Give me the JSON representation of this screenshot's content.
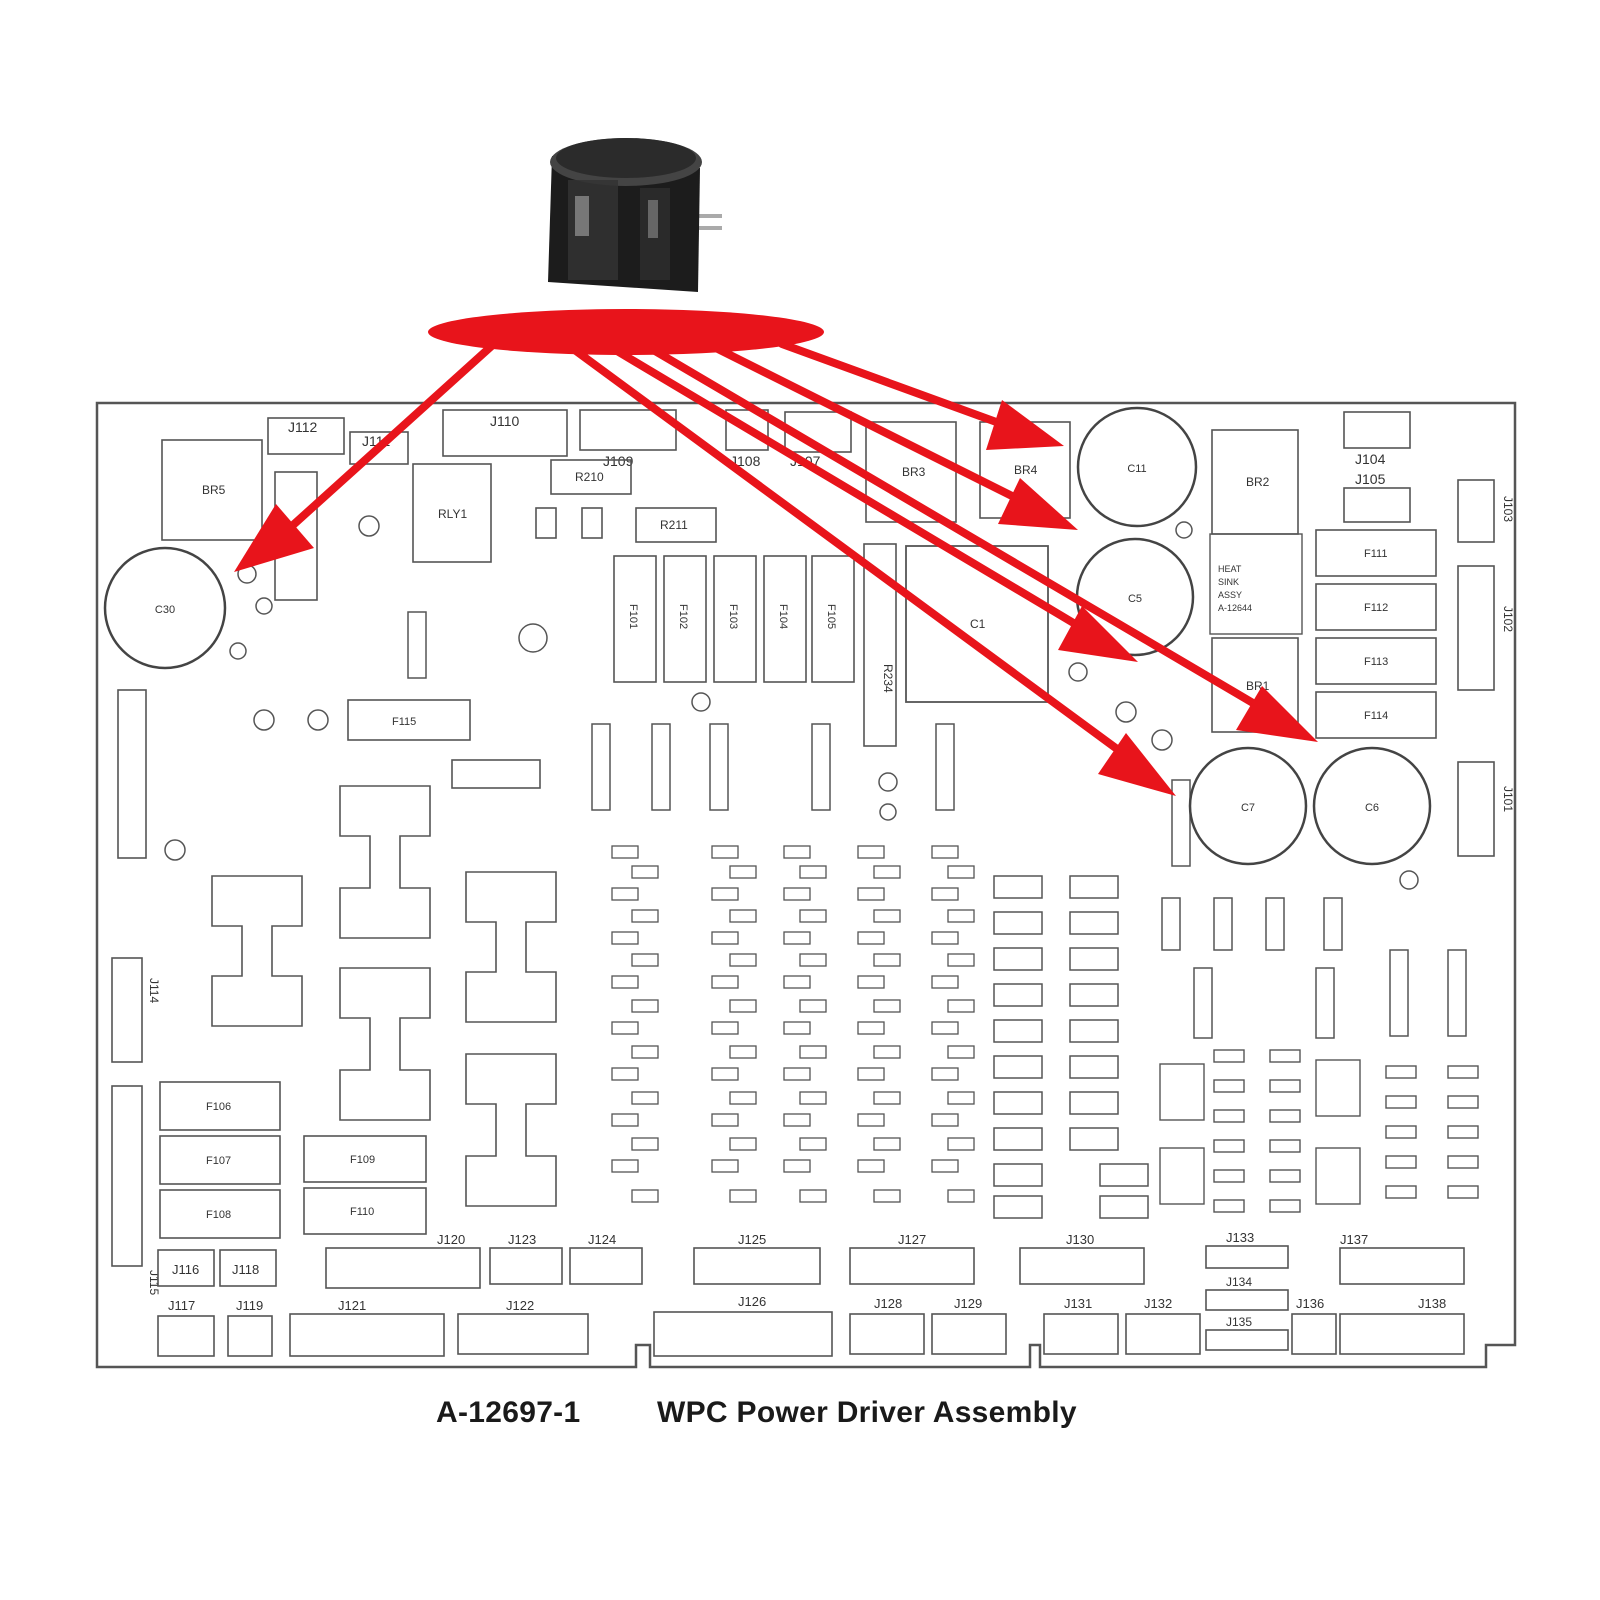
{
  "caption": {
    "part_number": "A-12697-1",
    "title": "WPC Power Driver Assembly"
  },
  "colors": {
    "highlight": "#e8141b",
    "board_line": "#555555",
    "capacitor_body": "#1c1c1c"
  },
  "board": {
    "big_capacitors": [
      "C30",
      "C11",
      "C5",
      "C7",
      "C6"
    ],
    "center_component": "C1",
    "heat_sink_label": [
      "HEAT",
      "SINK",
      "ASSY",
      "A-12644"
    ],
    "bridge_rectifiers": [
      "BR5",
      "BR3",
      "BR4",
      "BR2",
      "BR1"
    ],
    "power_fuses": [
      "F101",
      "F102",
      "F103",
      "F104",
      "F105"
    ],
    "right_fuses": [
      "F111",
      "F112",
      "F113",
      "F114"
    ],
    "left_fuses": [
      "F106",
      "F107",
      "F108",
      "F109",
      "F110",
      "F115"
    ],
    "resistors": [
      "R210",
      "R211",
      "R234"
    ],
    "relay": "RLY1",
    "bottom_row1": [
      "J116",
      "J118",
      "J120",
      "J123",
      "J124",
      "J125",
      "J127",
      "J130",
      "J133",
      "J137"
    ],
    "bottom_row2": [
      "J117",
      "J119",
      "J121",
      "J122",
      "J126",
      "J128",
      "J129",
      "J131",
      "J132",
      "J136",
      "J138"
    ],
    "small_connectors": [
      "J134",
      "J135"
    ],
    "top_connectors": [
      "J112",
      "J111",
      "J110",
      "J109",
      "J108",
      "J107"
    ],
    "right_connectors": [
      "J104",
      "J105",
      "J103",
      "J102",
      "J101"
    ],
    "left_connectors": [
      "J114",
      "J115"
    ]
  }
}
